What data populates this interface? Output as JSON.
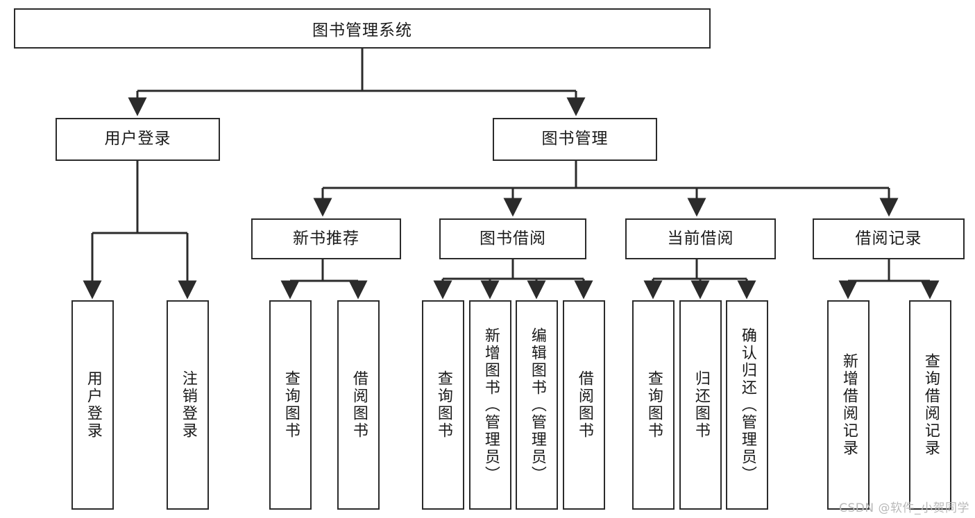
{
  "diagram": {
    "title": "图书管理系统",
    "type": "tree-hierarchy",
    "background_color": "#ffffff",
    "stroke_color": "#2b2b2b",
    "text_color": "#1a1a1a",
    "nodes": {
      "root": {
        "label": "图书管理系统",
        "level": 1
      },
      "l2": [
        {
          "id": "user-login",
          "label": "用户登录",
          "level": 2
        },
        {
          "id": "book-manage",
          "label": "图书管理",
          "level": 2
        }
      ],
      "l3": [
        {
          "id": "new-book-recommend",
          "label": "新书推荐",
          "level": 3
        },
        {
          "id": "book-borrow",
          "label": "图书借阅",
          "level": 3
        },
        {
          "id": "current-borrow",
          "label": "当前借阅",
          "level": 3
        },
        {
          "id": "borrow-record",
          "label": "借阅记录",
          "level": 3
        }
      ],
      "leaves": {
        "user-login": [
          {
            "id": "leaf-user-login",
            "label": "用户登录"
          },
          {
            "id": "leaf-logout-login",
            "label": "注销登录"
          }
        ],
        "new-book-recommend": [
          {
            "id": "leaf-query-book-1",
            "label": "查询图书"
          },
          {
            "id": "leaf-borrow-book-1",
            "label": "借阅图书"
          }
        ],
        "book-borrow": [
          {
            "id": "leaf-query-book-2",
            "label": "查询图书"
          },
          {
            "id": "leaf-add-book",
            "label": "新增图书（管理员）"
          },
          {
            "id": "leaf-edit-book",
            "label": "编辑图书（管理员）"
          },
          {
            "id": "leaf-borrow-book-2",
            "label": "借阅图书"
          }
        ],
        "current-borrow": [
          {
            "id": "leaf-query-book-3",
            "label": "查询图书"
          },
          {
            "id": "leaf-return-book",
            "label": "归还图书"
          },
          {
            "id": "leaf-confirm-return",
            "label": "确认归还（管理员）"
          }
        ],
        "borrow-record": [
          {
            "id": "leaf-add-record",
            "label": "新增借阅记录"
          },
          {
            "id": "leaf-query-record",
            "label": "查询借阅记录"
          }
        ]
      }
    },
    "watermark": "CSDN @软件_小贺同学"
  }
}
